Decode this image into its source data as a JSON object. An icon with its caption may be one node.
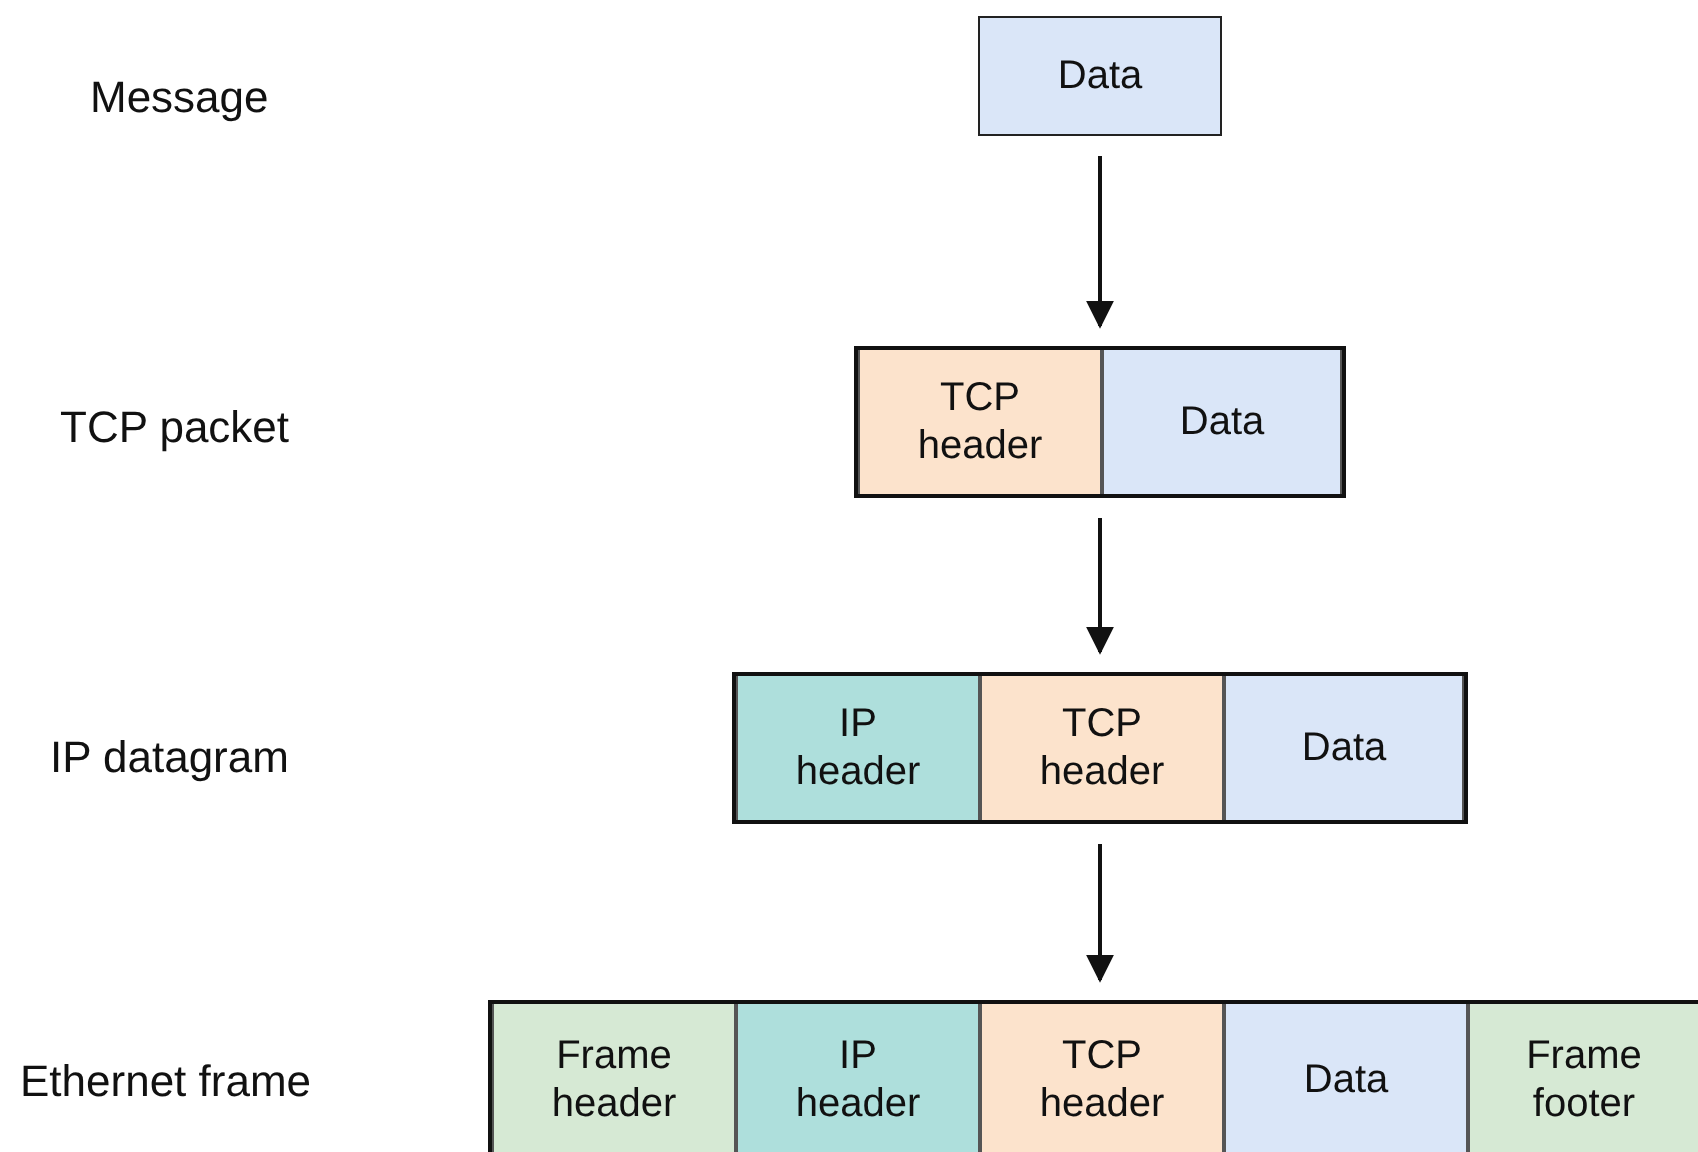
{
  "diagram": {
    "nodes": [
      {
        "text": [
          "Data"
        ]
      },
      {
        "text": [],
        "shape": "box"
      },
      {
        "text": [
          "TCP header"
        ],
        "in": 1
      },
      {
        "text": [
          "Data"
        ],
        "in": 1
      },
      {
        "text": [],
        "shape": "box"
      },
      {
        "text": [
          "IP header"
        ],
        "in": 4
      },
      {
        "text": [
          "TCP header"
        ],
        "in": 4
      },
      {
        "text": [
          "Data"
        ],
        "in": 4
      },
      {
        "text": [],
        "shape": "box"
      },
      {
        "text": [
          "Frame header"
        ],
        "in": 8
      },
      {
        "text": [
          "IP header"
        ],
        "in": 8
      },
      {
        "text": [
          "TCP header"
        ],
        "in": 8
      },
      {
        "text": [
          "Data"
        ],
        "in": 8
      },
      {
        "text": [
          "Frame footer"
        ],
        "in": 8
      }
    ],
    "edges": [
      {
        "from": 0,
        "to": 1,
        "arrow": "to"
      },
      {
        "from": 1,
        "to": 4,
        "arrow": "to"
      },
      {
        "from": 4,
        "to": 8,
        "arrow": "to"
      }
    ],
    "labels": [
      "Message",
      "TCP packet",
      "IP datagram",
      "Ethernet frame"
    ]
  }
}
